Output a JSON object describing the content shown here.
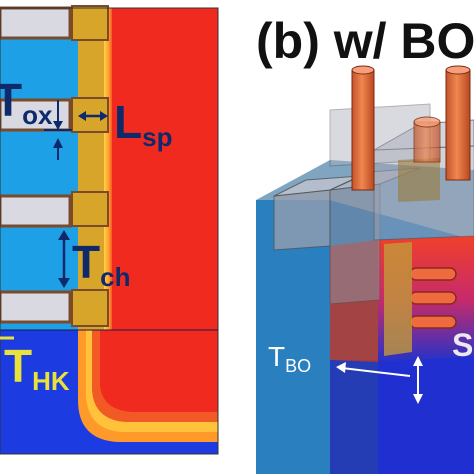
{
  "left_panel": {
    "label_tox_main": "T",
    "label_tox_sub": "ox",
    "label_lsp_main": "L",
    "label_lsp_sub": "sp",
    "label_tch_main": "T",
    "label_tch_sub": "ch",
    "label_thk_main": "T",
    "label_thk_sub": "HK"
  },
  "right_panel": {
    "panel_title": "(b) w/ BO",
    "label_tbo_main": "T",
    "label_tbo_sub": "BO",
    "label_s": "S"
  },
  "colors": {
    "red_region": "#f12a1f",
    "channel_blue": "#1ea0e6",
    "bottom_blue": "#1c3be0",
    "spacer_gold": "#d7a52a",
    "oxide_gray": "#d9d9e2",
    "label_navy": "#0f2a6b",
    "label_yellow": "#e8e23a"
  }
}
